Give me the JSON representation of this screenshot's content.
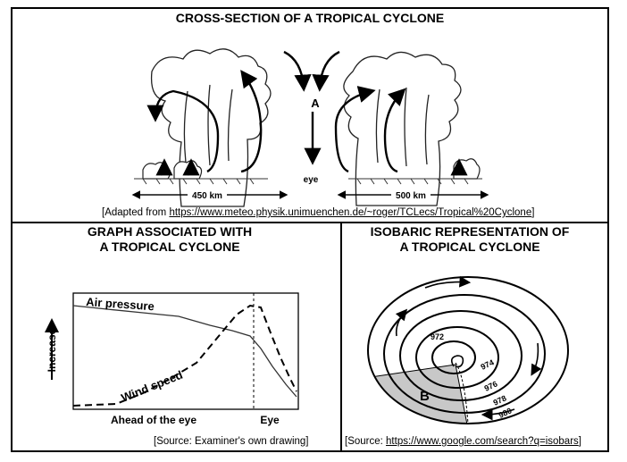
{
  "top_panel": {
    "title": "CROSS-SECTION OF A TROPICAL CYCLONE",
    "label_a": "A",
    "label_eye": "eye",
    "dist_left": "450 km",
    "dist_right": "500 km",
    "source_prefix": "[Adapted from ",
    "source_link": "https://www.meteo.physik.unimuenchen.de/~roger/TCLecs/Tropical%20Cyclone",
    "source_suffix": "]"
  },
  "graph_panel": {
    "title_line1": "GRAPH ASSOCIATED WITH",
    "title_line2": "A TROPICAL CYCLONE",
    "y_label": "Increase",
    "x_label_left": "Ahead of the eye",
    "x_label_right": "Eye",
    "air_pressure_label": "Air pressure",
    "wind_speed_label": "Wind speed",
    "source": "[Source: Examiner's own drawing]"
  },
  "isobar_panel": {
    "title_line1": "ISOBARIC REPRESENTATION OF",
    "title_line2": "A TROPICAL CYCLONE",
    "isobar_labels": [
      "972",
      "974",
      "976",
      "978",
      "980"
    ],
    "label_b": "B",
    "source_prefix": "[Source: ",
    "source_link": "https://www.google.com/search?q=isobars",
    "source_suffix": "]",
    "shade_color": "#c8c8c8"
  }
}
